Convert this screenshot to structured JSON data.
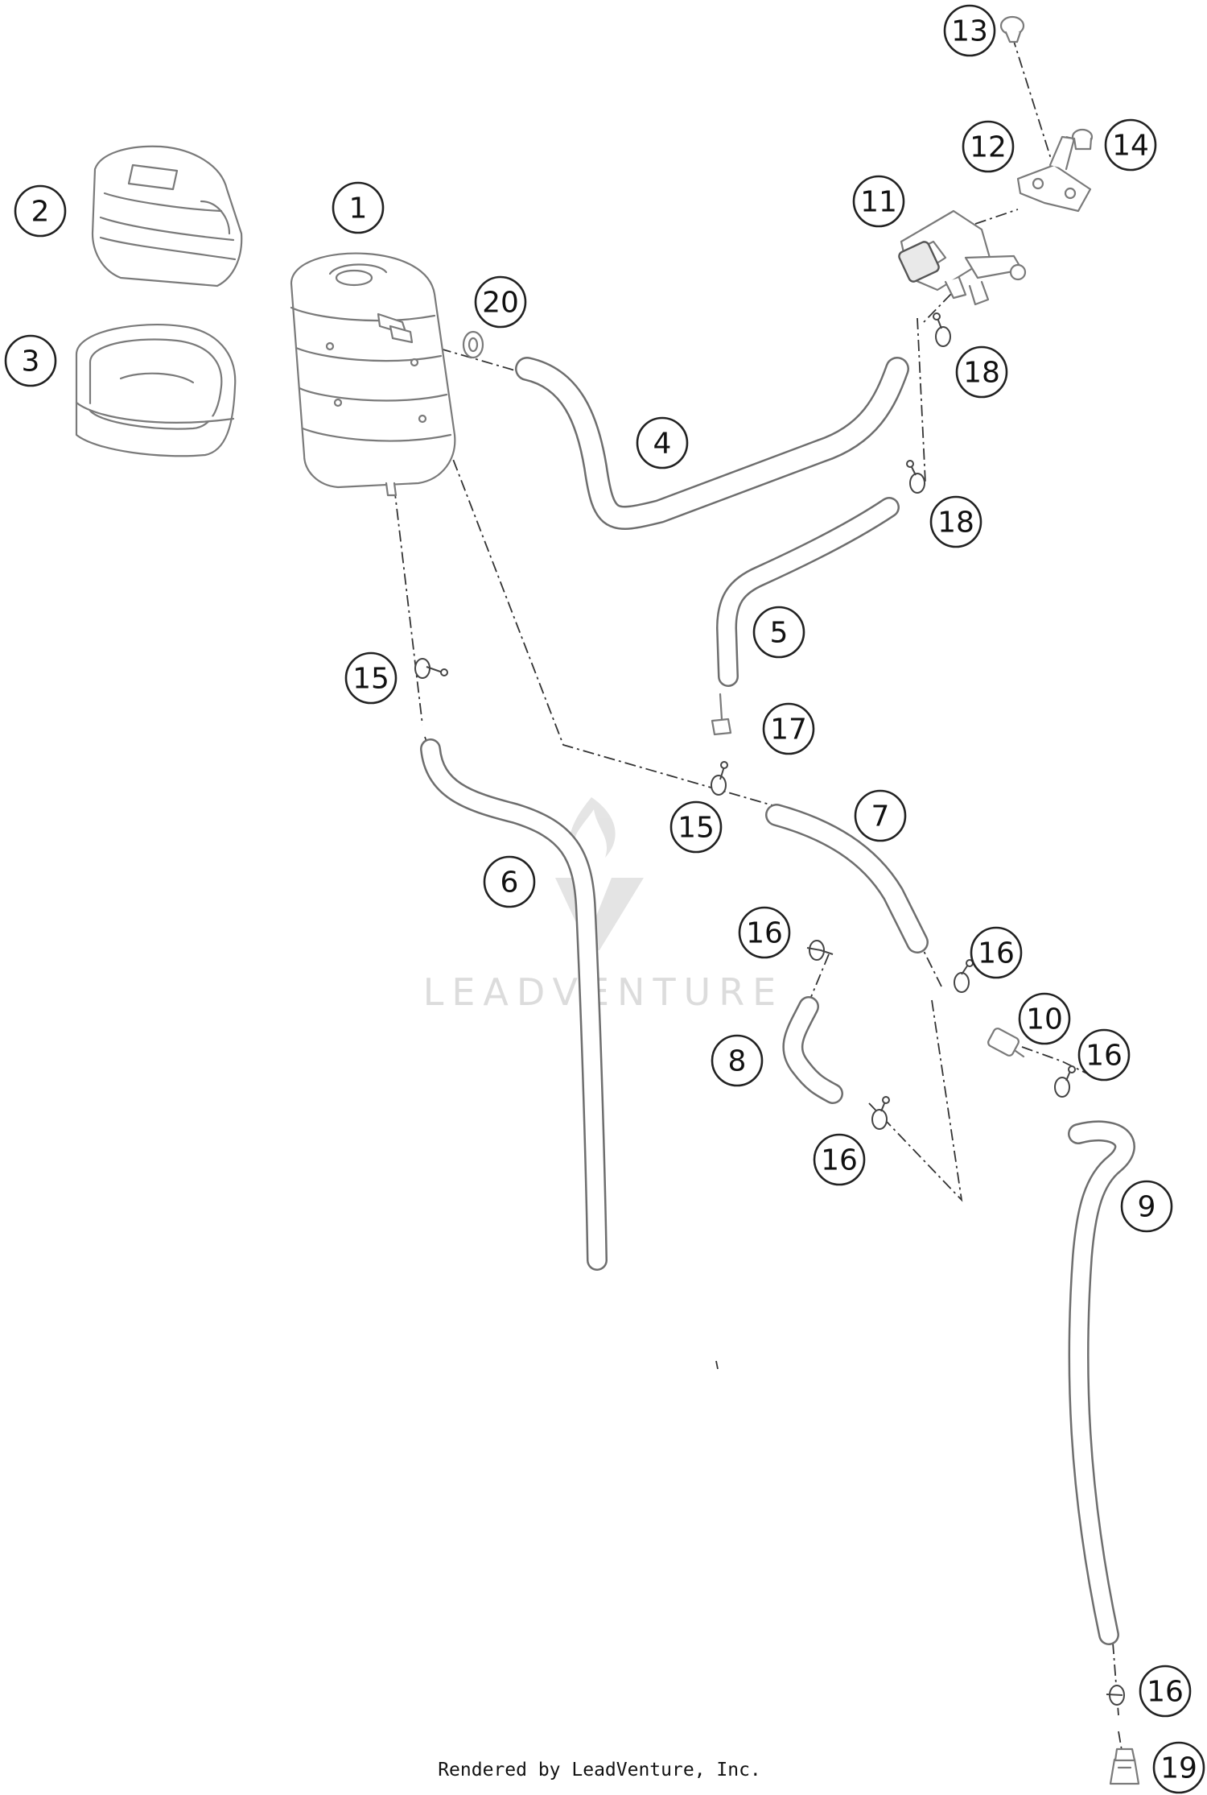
{
  "callouts": [
    {
      "label": "1"
    },
    {
      "label": "2"
    },
    {
      "label": "3"
    },
    {
      "label": "4"
    },
    {
      "label": "5"
    },
    {
      "label": "6"
    },
    {
      "label": "7"
    },
    {
      "label": "8"
    },
    {
      "label": "9"
    },
    {
      "label": "10"
    },
    {
      "label": "11"
    },
    {
      "label": "12"
    },
    {
      "label": "13"
    },
    {
      "label": "14"
    },
    {
      "label": "15"
    },
    {
      "label": "15"
    },
    {
      "label": "16"
    },
    {
      "label": "16"
    },
    {
      "label": "16"
    },
    {
      "label": "16"
    },
    {
      "label": "16"
    },
    {
      "label": "17"
    },
    {
      "label": "18"
    },
    {
      "label": "18"
    },
    {
      "label": "19"
    },
    {
      "label": "20"
    }
  ],
  "watermark": {
    "brand": "LEADVENTURE"
  },
  "footer": {
    "credit": "Rendered by LeadVenture, Inc."
  }
}
